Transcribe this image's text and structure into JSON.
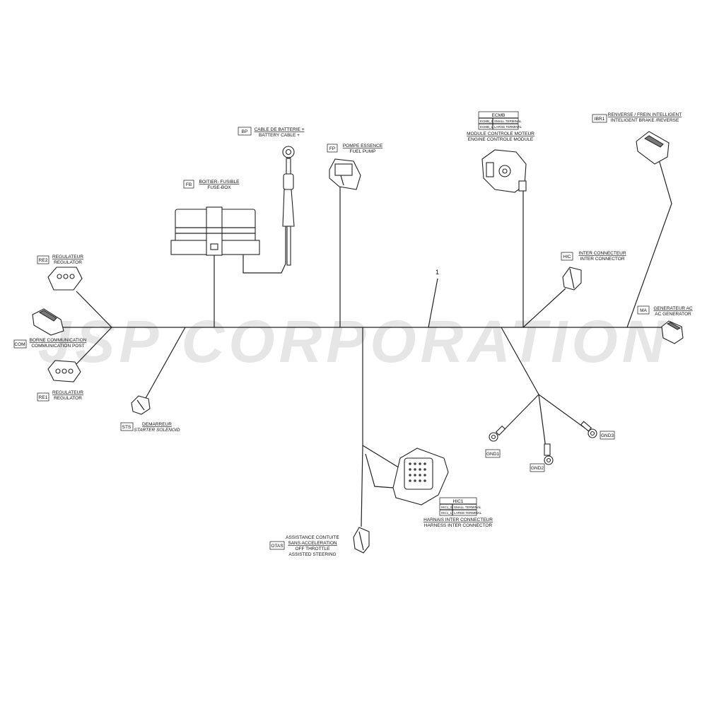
{
  "watermark": "JSP CORPORATION",
  "callout_number": "1",
  "components": {
    "BP": {
      "code": "BP",
      "fr": "CABLE DE BATTERIE +",
      "en": "BATTERY CABLE +"
    },
    "FP": {
      "code": "FP",
      "fr": "POMPE ESSENCE",
      "en": "FUEL PUMP"
    },
    "FB": {
      "code": "FB",
      "fr": "BOITIER- FUSIBLE",
      "en": "FUSE-BOX"
    },
    "RE2": {
      "code": "RE2",
      "fr": "REGULATEUR",
      "en": "REGULATOR"
    },
    "COM": {
      "code": "COM",
      "fr": "BORNE COMMUNICATION",
      "en": "COMMUNICATION POST"
    },
    "RE1": {
      "code": "RE1",
      "fr": "REGULATEUR",
      "en": "REGULATOR"
    },
    "STS": {
      "code": "STS",
      "fr": "DEMARREUR",
      "en": "STARTER SOLENOID"
    },
    "ECMB": {
      "code": "ECMB",
      "fr": "MODULE CONTROLE MOTEUR",
      "en": "ENGINE CONTROLE MODULE",
      "table": [
        [
          "ECMB_S",
          "SMALL TERMINAL"
        ],
        [
          "ECMB_L",
          "LARGE TERMINAL"
        ]
      ]
    },
    "IBR1": {
      "code": "IBR1",
      "fr": "RENVERSE / FREIN INTELLIGENT",
      "en": "INTELIGENT BRAKE /REVERSE"
    },
    "HIC": {
      "code": "HIC",
      "fr": "INTER CONNECTEUR",
      "en": "INTER CONNECTOR"
    },
    "MA": {
      "code": "MA",
      "fr": "GENERATEUR AC",
      "en": "AC GENERATOR"
    },
    "HIC1": {
      "code": "HIC1",
      "fr": "HARNAIS INTER CONNECTEUR",
      "en": "HARNESS INTER CONNECTOR",
      "table": [
        [
          "HIC1_S",
          "SMALL TERMINAL"
        ],
        [
          "HIC1_L",
          "LARGE TERMINAL"
        ]
      ]
    },
    "OTAS": {
      "code": "OTAS",
      "fr1": "ASSISTANCE CONTUITE",
      "fr2": "SANS ACCELERATION",
      "en1": "OFF THROTTLE",
      "en2": "ASSISTED STEERING"
    },
    "GND1": {
      "code": "GND1"
    },
    "GND2": {
      "code": "GND2"
    },
    "GND3": {
      "code": "GND3"
    }
  }
}
